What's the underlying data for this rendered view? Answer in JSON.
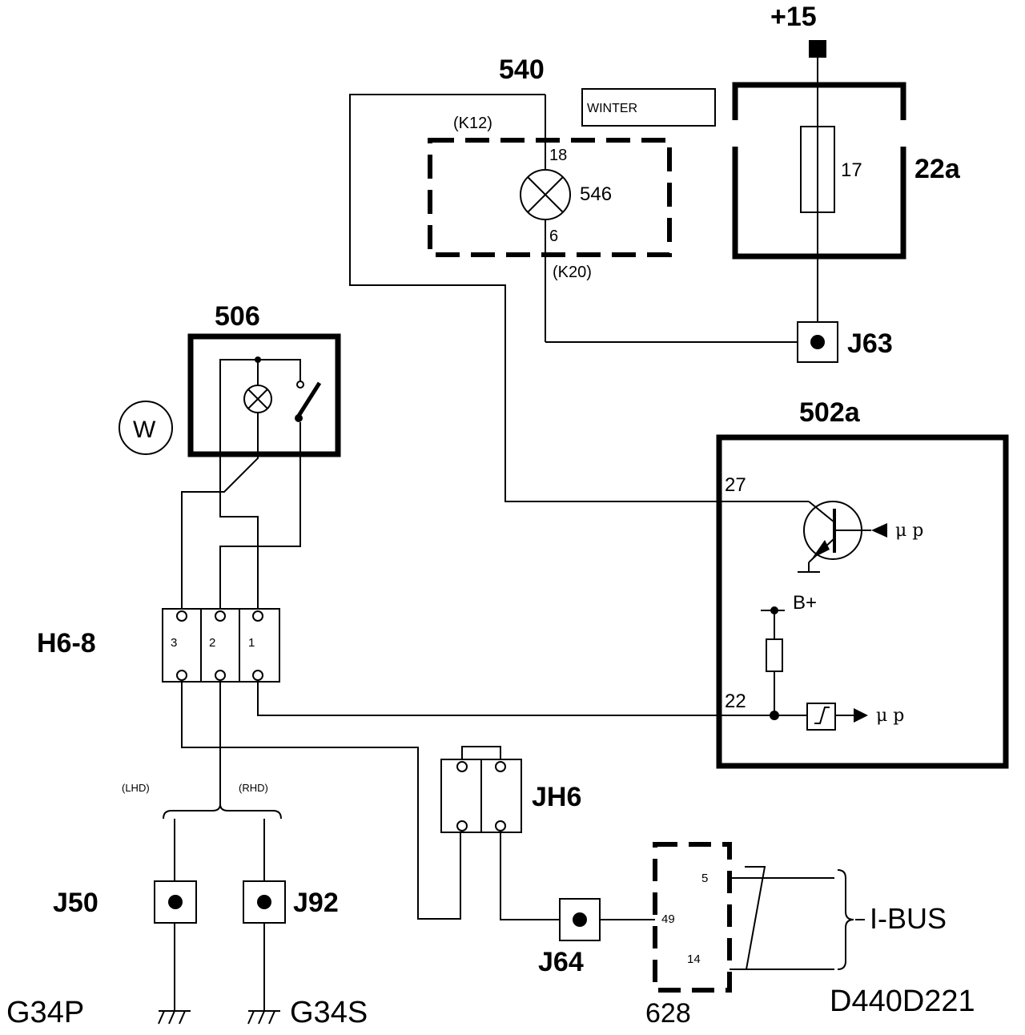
{
  "labels": {
    "supply": "+15",
    "cluster": "540",
    "cluster_conn_top": "(K12)",
    "cluster_conn_bottom": "(K20)",
    "cluster_pin_top": "18",
    "cluster_pin_bottom": "6",
    "lamp_546": "546",
    "winter_box": "WINTER",
    "fuse": "17",
    "fuse_box": "22a",
    "splice_j63": "J63",
    "switch": "506",
    "w_symbol": "W",
    "module": "502a",
    "module_pin_27": "27",
    "module_pin_22": "22",
    "b_plus": "B+",
    "mu_p_1": "μ p",
    "mu_p_2": "μ p",
    "connector": "H6-8",
    "conn_pin_3": "3",
    "conn_pin_2": "2",
    "conn_pin_1": "1",
    "jumper": "JH6",
    "lhd": "(LHD)",
    "rhd": "(RHD)",
    "j50": "J50",
    "j92": "J92",
    "j64": "J64",
    "module_628": "628",
    "pin_5": "5",
    "pin_49": "49",
    "pin_14": "14",
    "ibus": "I-BUS",
    "ground_left": "G34P",
    "ground_right": "G34S",
    "diagram_id": "D440D221"
  }
}
